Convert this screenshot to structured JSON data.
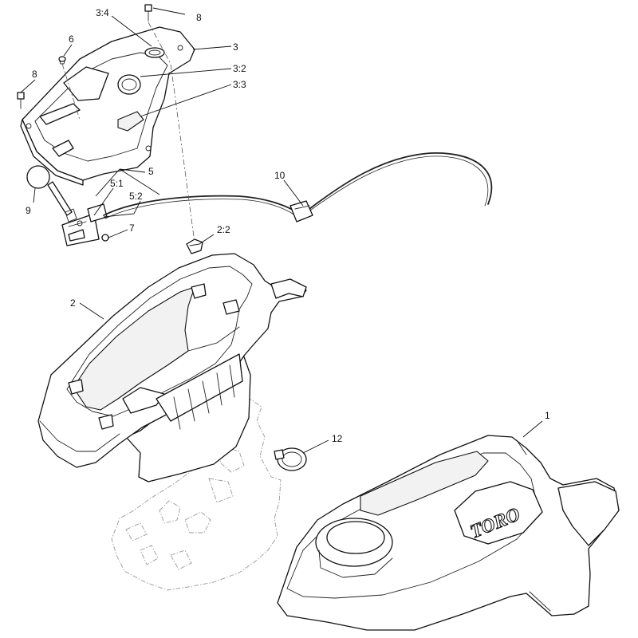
{
  "callouts": {
    "c1": "1",
    "c2": "2",
    "c2_2": "2:2",
    "c3": "3",
    "c3_2": "3:2",
    "c3_3": "3:3",
    "c3_4": "3:4",
    "c5": "5",
    "c5_1": "5:1",
    "c5_2": "5:2",
    "c6": "6",
    "c7": "7",
    "c8a": "8",
    "c8b": "8",
    "c9": "9",
    "c10": "10",
    "c12": "12"
  },
  "logo": {
    "text": "TORO"
  }
}
